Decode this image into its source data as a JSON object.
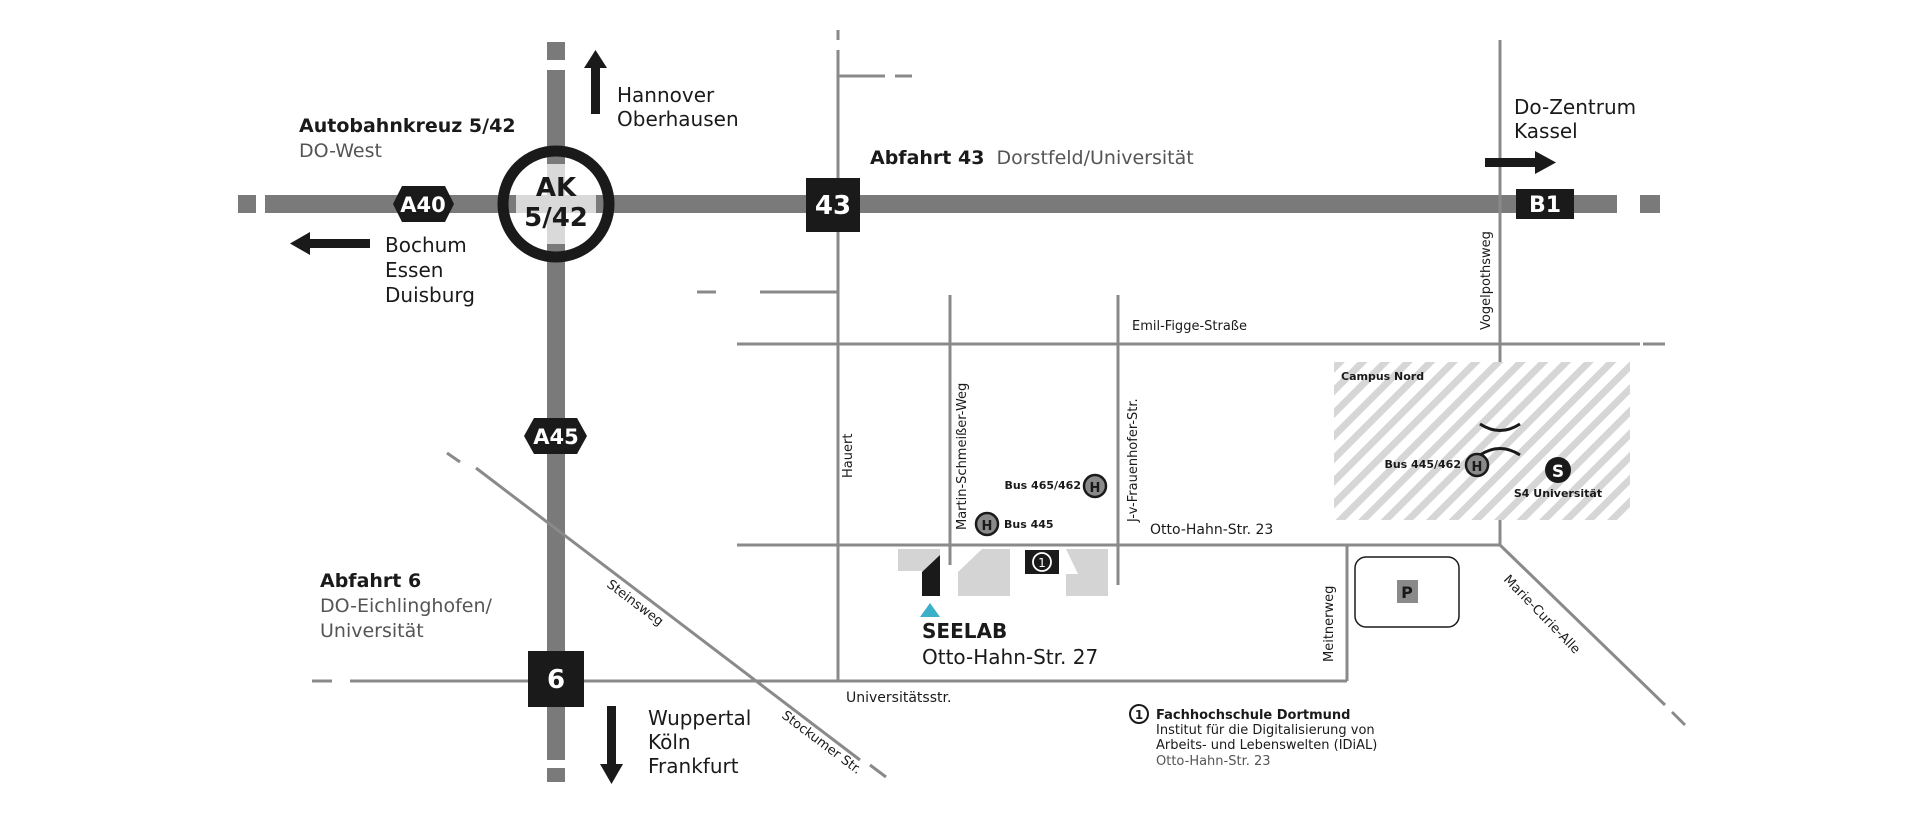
{
  "interchange": {
    "name": "Autobahnkreuz 5/42",
    "sub": "DO-West",
    "badge_line1": "AK",
    "badge_line2": "5/42"
  },
  "highways": {
    "a40": "A40",
    "a45": "A45",
    "b1": "B1"
  },
  "exits": {
    "exit43_number": "43",
    "exit43_label": "Abfahrt 43",
    "exit43_dest": "Dorstfeld/Universität",
    "exit6_number": "6",
    "exit6_label": "Abfahrt 6",
    "exit6_dest_line1": "DO-Eichlinghofen/",
    "exit6_dest_line2": "Universität"
  },
  "directions": {
    "north_line1": "Hannover",
    "north_line2": "Oberhausen",
    "west_line1": "Bochum",
    "west_line2": "Essen",
    "west_line3": "Duisburg",
    "east_line1": "Do-Zentrum",
    "east_line2": "Kassel",
    "south_line1": "Wuppertal",
    "south_line2": "Köln",
    "south_line3": "Frankfurt"
  },
  "streets": {
    "emil_figge": "Emil-Figge-Straße",
    "vogelpothsweg": "Vogelpothsweg",
    "hauert": "Hauert",
    "martin_schmeisser": "Martin-Schmeißer-Weg",
    "frauenhofer": "J-v-Frauenhofer-Str.",
    "otto_hahn": "Otto-Hahn-Str. 23",
    "meitnerweg": "Meitnerweg",
    "marie_curie": "Marie-Curie-Alle",
    "steinsweg": "Steinsweg",
    "stockumer": "Stockumer Str.",
    "universitaets": "Universitätsstr."
  },
  "transit": {
    "bus_465": "Bus 465/462",
    "bus_445": "Bus 445",
    "bus_445_462": "Bus 445/462",
    "s4": "S4 Universität",
    "h_symbol": "H",
    "s_symbol": "S",
    "campus": "Campus Nord",
    "parking": "P"
  },
  "destination": {
    "name": "SEELAB",
    "address": "Otto-Hahn-Str. 27",
    "marker_color": "#3ab0c9"
  },
  "legend": {
    "symbol": "1",
    "title": "Fachhochschule Dortmund",
    "line1": "Institut für die Digitalisierung von",
    "line2": "Arbeits- und Lebenswelten (IDiAL)",
    "line3": "Otto-Hahn-Str. 23"
  }
}
